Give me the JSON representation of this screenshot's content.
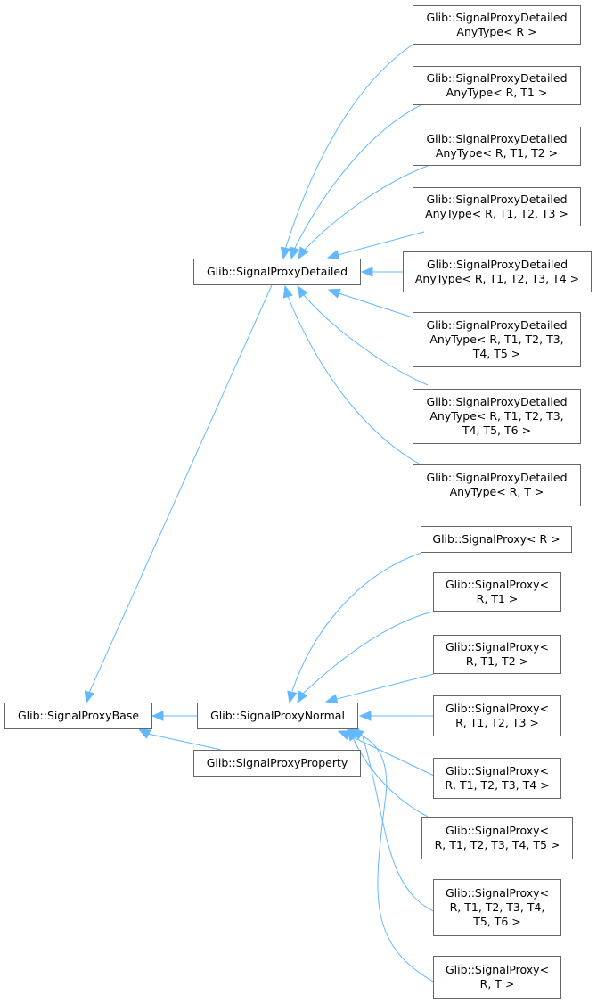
{
  "nodes": [
    {
      "id": "base",
      "lines": [
        "Glib::SignalProxyBase"
      ]
    },
    {
      "id": "detailed",
      "lines": [
        "Glib::SignalProxyDetailed"
      ]
    },
    {
      "id": "normal",
      "lines": [
        "Glib::SignalProxyNormal"
      ]
    },
    {
      "id": "property",
      "lines": [
        "Glib::SignalProxyProperty"
      ]
    },
    {
      "id": "d0",
      "lines": [
        "Glib::SignalProxyDetailed",
        "AnyType< R >"
      ]
    },
    {
      "id": "d1",
      "lines": [
        "Glib::SignalProxyDetailed",
        "AnyType< R, T1 >"
      ]
    },
    {
      "id": "d2",
      "lines": [
        "Glib::SignalProxyDetailed",
        "AnyType< R, T1, T2 >"
      ]
    },
    {
      "id": "d3",
      "lines": [
        "Glib::SignalProxyDetailed",
        "AnyType< R, T1, T2, T3 >"
      ]
    },
    {
      "id": "d4",
      "lines": [
        "Glib::SignalProxyDetailed",
        "AnyType< R, T1, T2, T3, T4 >"
      ]
    },
    {
      "id": "d5",
      "lines": [
        "Glib::SignalProxyDetailed",
        "AnyType< R, T1, T2, T3,",
        "T4, T5 >"
      ]
    },
    {
      "id": "d6",
      "lines": [
        "Glib::SignalProxyDetailed",
        "AnyType< R, T1, T2, T3,",
        "T4, T5, T6 >"
      ]
    },
    {
      "id": "dT",
      "lines": [
        "Glib::SignalProxyDetailed",
        "AnyType< R, T >"
      ]
    },
    {
      "id": "n0",
      "lines": [
        "Glib::SignalProxy< R >"
      ]
    },
    {
      "id": "n1",
      "lines": [
        "Glib::SignalProxy<",
        "R, T1 >"
      ]
    },
    {
      "id": "n2",
      "lines": [
        "Glib::SignalProxy<",
        "R, T1, T2 >"
      ]
    },
    {
      "id": "n3",
      "lines": [
        "Glib::SignalProxy<",
        "R, T1, T2, T3 >"
      ]
    },
    {
      "id": "n4",
      "lines": [
        "Glib::SignalProxy<",
        "R, T1, T2, T3, T4 >"
      ]
    },
    {
      "id": "n5",
      "lines": [
        "Glib::SignalProxy<",
        "R, T1, T2, T3, T4, T5 >"
      ]
    },
    {
      "id": "n6",
      "lines": [
        "Glib::SignalProxy<",
        "R, T1, T2, T3, T4,",
        "T5, T6 >"
      ]
    },
    {
      "id": "nT",
      "lines": [
        "Glib::SignalProxy<",
        "R, T >"
      ]
    }
  ],
  "edges": [
    {
      "from": "detailed",
      "to": "base"
    },
    {
      "from": "normal",
      "to": "base"
    },
    {
      "from": "property",
      "to": "base"
    },
    {
      "from": "d0",
      "to": "detailed"
    },
    {
      "from": "d1",
      "to": "detailed"
    },
    {
      "from": "d2",
      "to": "detailed"
    },
    {
      "from": "d3",
      "to": "detailed"
    },
    {
      "from": "d4",
      "to": "detailed"
    },
    {
      "from": "d5",
      "to": "detailed"
    },
    {
      "from": "d6",
      "to": "detailed"
    },
    {
      "from": "dT",
      "to": "detailed"
    },
    {
      "from": "n0",
      "to": "normal"
    },
    {
      "from": "n1",
      "to": "normal"
    },
    {
      "from": "n2",
      "to": "normal"
    },
    {
      "from": "n3",
      "to": "normal"
    },
    {
      "from": "n4",
      "to": "normal"
    },
    {
      "from": "n5",
      "to": "normal"
    },
    {
      "from": "n6",
      "to": "normal"
    },
    {
      "from": "nT",
      "to": "normal"
    }
  ],
  "colors": {
    "edge": "#63b8ff",
    "node_border": "#666666"
  }
}
